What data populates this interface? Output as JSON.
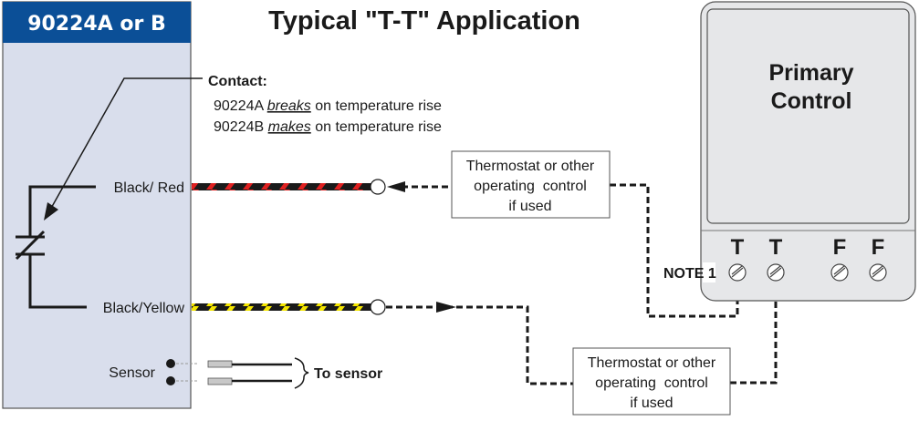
{
  "device": {
    "header": "90224A or B",
    "header_color": "#0b4f97",
    "body_color": "#d9deec"
  },
  "title": "Typical \"T-T\" Application",
  "contact": {
    "heading": "Contact:",
    "line_a": {
      "model": "90224A",
      "verb": "breaks",
      "rest": "on temperature rise"
    },
    "line_b": {
      "model": "90224B",
      "verb": "makes",
      "rest": "on temperature rise"
    }
  },
  "wires": {
    "upper": {
      "label": "Black/ Red",
      "stripe_color": "#e02020"
    },
    "lower": {
      "label": "Black/Yellow",
      "stripe_color": "#f5e600"
    }
  },
  "sensor": {
    "label": "Sensor",
    "to_label": "To sensor"
  },
  "optional_control_upper": {
    "line1": "Thermostat or other",
    "line2": "operating  control",
    "line3": "if used"
  },
  "optional_control_lower": {
    "line1": "Thermostat or other",
    "line2": "operating  control",
    "line3": "if used"
  },
  "primary_control": {
    "line1": "Primary",
    "line2": "Control",
    "terminals": [
      "T",
      "T",
      "F",
      "F"
    ],
    "note": "NOTE",
    "note_number": "1"
  }
}
